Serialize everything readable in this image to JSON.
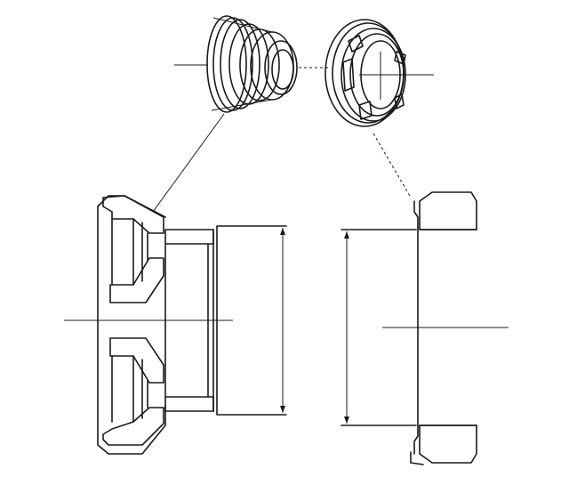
{
  "figure": {
    "parts": [
      {
        "name": "3d-view-male-fitting"
      },
      {
        "name": "3d-view-female-coupling-ring"
      },
      {
        "name": "cross-section-male-fitting"
      },
      {
        "name": "cross-section-female-coupling"
      }
    ],
    "colors": {
      "ink": "#1a1a1a",
      "paper": "#ffffff"
    }
  }
}
